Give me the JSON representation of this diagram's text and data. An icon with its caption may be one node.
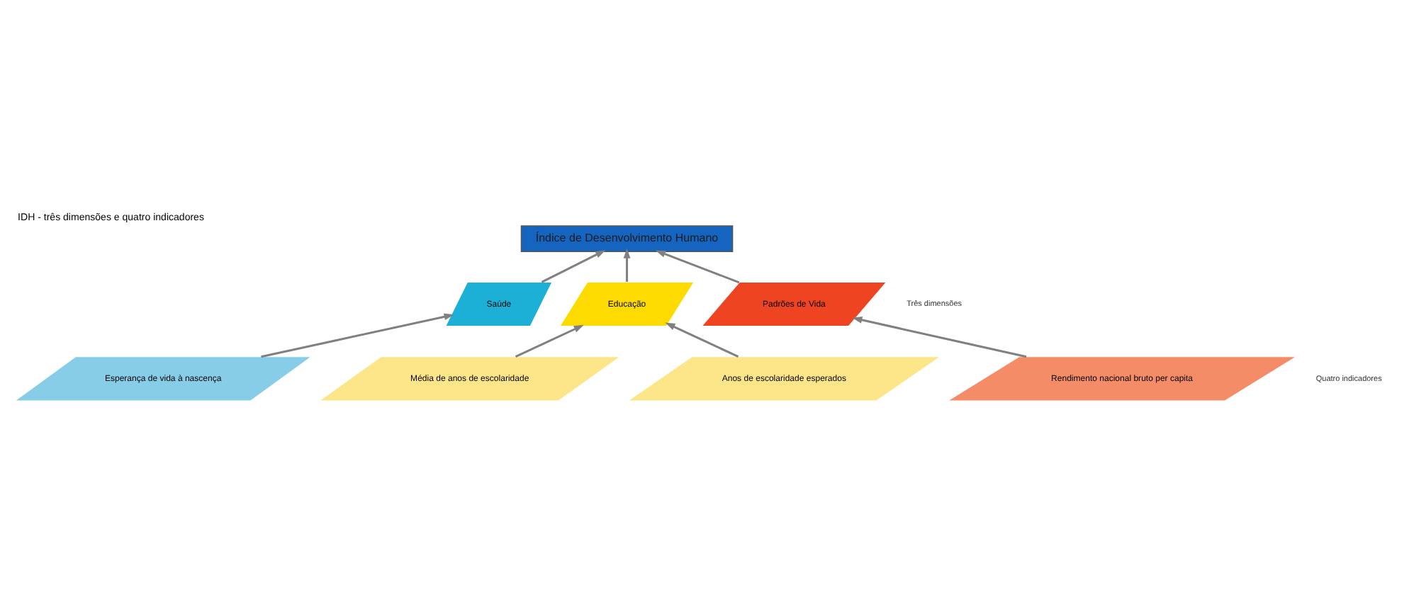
{
  "diagram": {
    "title": "IDH - três dimensões e quatro indicadores",
    "nodes": [
      {
        "text": [
          "Índice de Desenvolvimento Humano"
        ]
      },
      {
        "text": [
          "Saúde"
        ]
      },
      {
        "text": [
          "Educação"
        ]
      },
      {
        "text": [
          "Padrões de Vida"
        ]
      },
      {
        "text": [
          "Esperança de vida à nascença"
        ]
      },
      {
        "text": [
          "Média de anos de escolaridade"
        ]
      },
      {
        "text": [
          "Anos de escolaridade esperados"
        ]
      },
      {
        "text": [
          "Rendimento nacional bruto per capita"
        ]
      }
    ],
    "edges": [
      {
        "from": 4,
        "to": 1,
        "arrow": "to"
      },
      {
        "from": 5,
        "to": 2,
        "arrow": "to"
      },
      {
        "from": 6,
        "to": 2,
        "arrow": "to"
      },
      {
        "from": 7,
        "to": 3,
        "arrow": "to"
      },
      {
        "from": 1,
        "to": 0,
        "arrow": "to"
      },
      {
        "from": 2,
        "to": 0,
        "arrow": "to"
      },
      {
        "from": 3,
        "to": 0,
        "arrow": "to"
      }
    ],
    "labels": [
      "Três dimensões",
      "Quatro indicadores"
    ]
  }
}
